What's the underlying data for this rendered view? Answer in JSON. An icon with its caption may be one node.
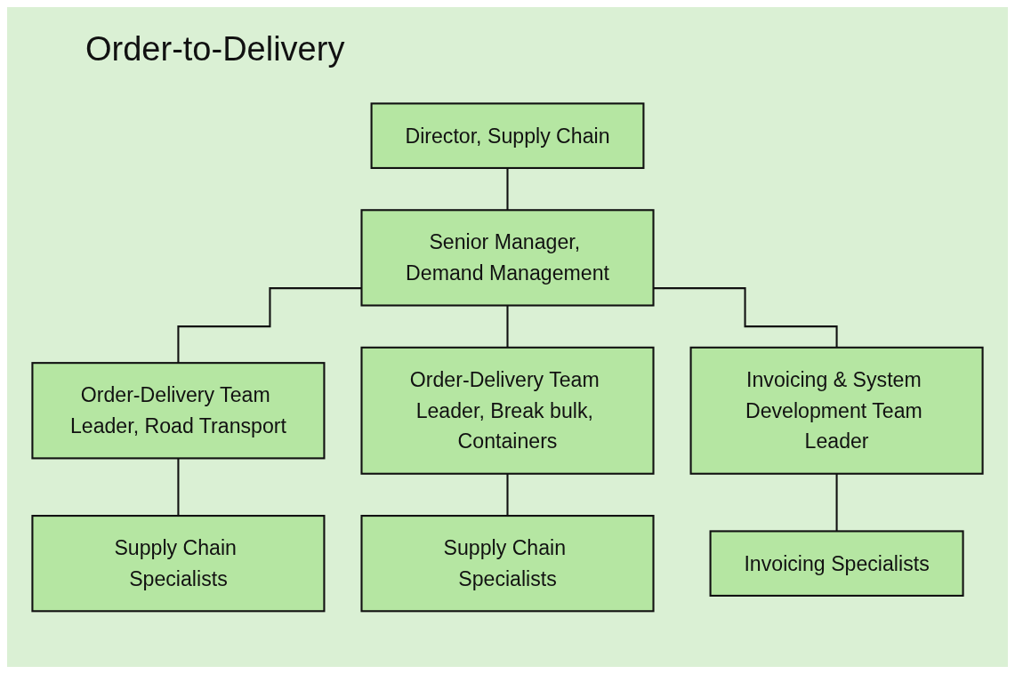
{
  "diagram": {
    "title": "Order-to-Delivery",
    "nodes": [
      {
        "text": [
          "Director, Supply Chain"
        ]
      },
      {
        "text": [
          "Senior Manager, Demand Management"
        ]
      },
      {
        "text": [
          "Order-Delivery Team Leader, Road Transport"
        ]
      },
      {
        "text": [
          "Order-Delivery Team Leader, Break bulk, Containers"
        ]
      },
      {
        "text": [
          "Invoicing & System Development Team Leader"
        ]
      },
      {
        "text": [
          "Supply Chain Specialists"
        ]
      },
      {
        "text": [
          "Supply Chain Specialists"
        ]
      },
      {
        "text": [
          "Invoicing Specialists"
        ]
      }
    ],
    "edges": [
      {
        "from": 0,
        "to": 1,
        "arrow": "none"
      },
      {
        "from": 1,
        "to": 2,
        "arrow": "none"
      },
      {
        "from": 1,
        "to": 3,
        "arrow": "none"
      },
      {
        "from": 1,
        "to": 4,
        "arrow": "none"
      },
      {
        "from": 2,
        "to": 5,
        "arrow": "none"
      },
      {
        "from": 3,
        "to": 6,
        "arrow": "none"
      },
      {
        "from": 4,
        "to": 7,
        "arrow": "none"
      }
    ]
  }
}
